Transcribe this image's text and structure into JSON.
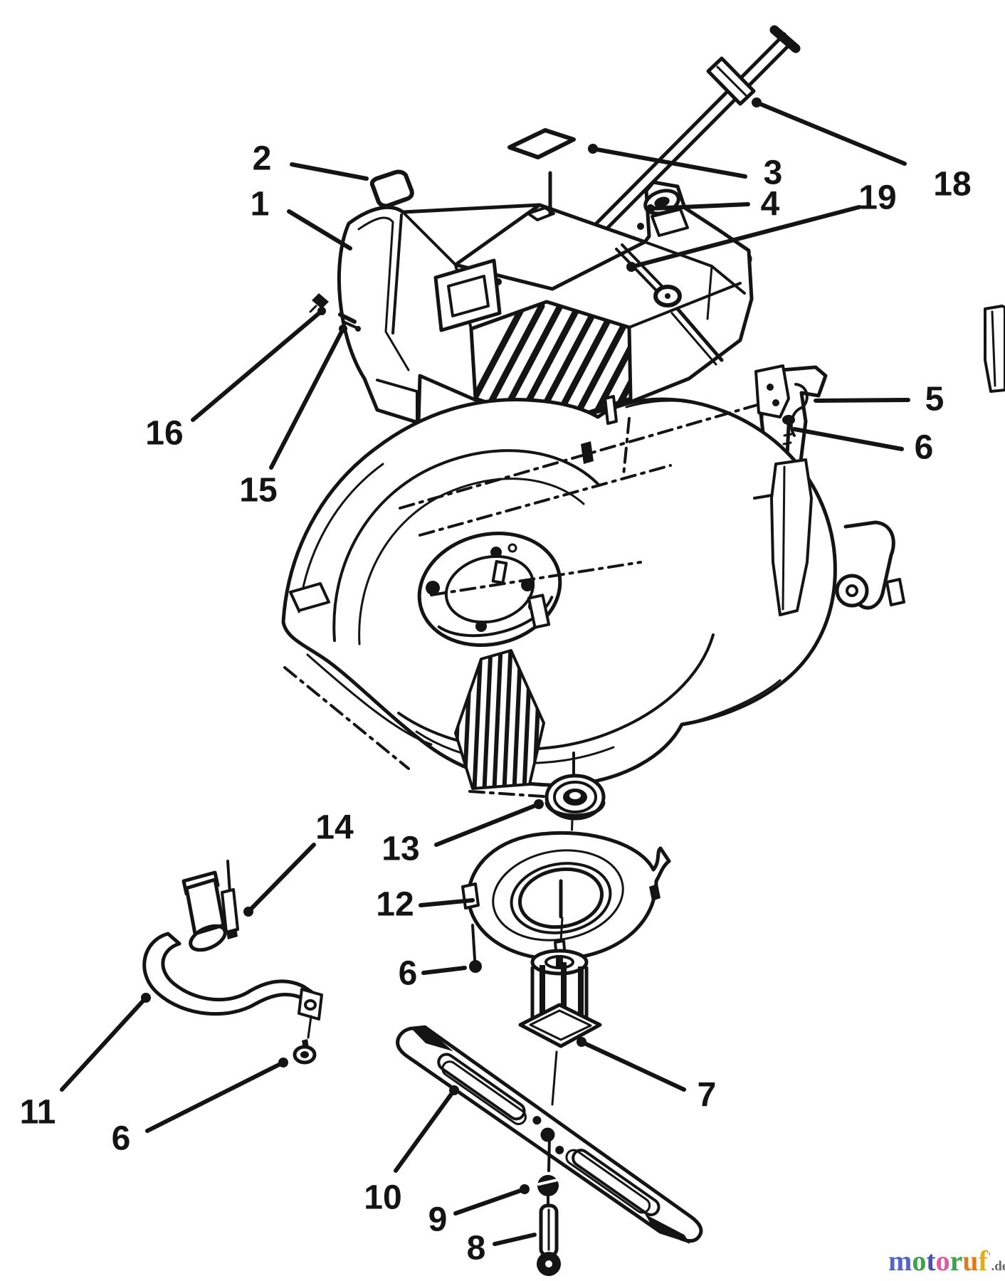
{
  "callouts": {
    "1": "1",
    "2": "2",
    "3": "3",
    "4": "4",
    "5": "5",
    "6": "6",
    "7": "7",
    "8": "8",
    "9": "9",
    "10": "10",
    "11": "11",
    "12": "12",
    "13": "13",
    "14": "14",
    "15": "15",
    "16": "16",
    "18": "18",
    "19": "19"
  },
  "watermark": {
    "letters": [
      {
        "ch": "m",
        "color": "#5565c0"
      },
      {
        "ch": "o",
        "color": "#3fa04a"
      },
      {
        "ch": "t",
        "color": "#4753a8"
      },
      {
        "ch": "o",
        "color": "#dd5ba0"
      },
      {
        "ch": "r",
        "color": "#3fa04a"
      },
      {
        "ch": "u",
        "color": "#de7d1f"
      },
      {
        "ch": "f",
        "color": "#ddad1e"
      }
    ],
    "tick": "'",
    "suffix": ".de"
  }
}
